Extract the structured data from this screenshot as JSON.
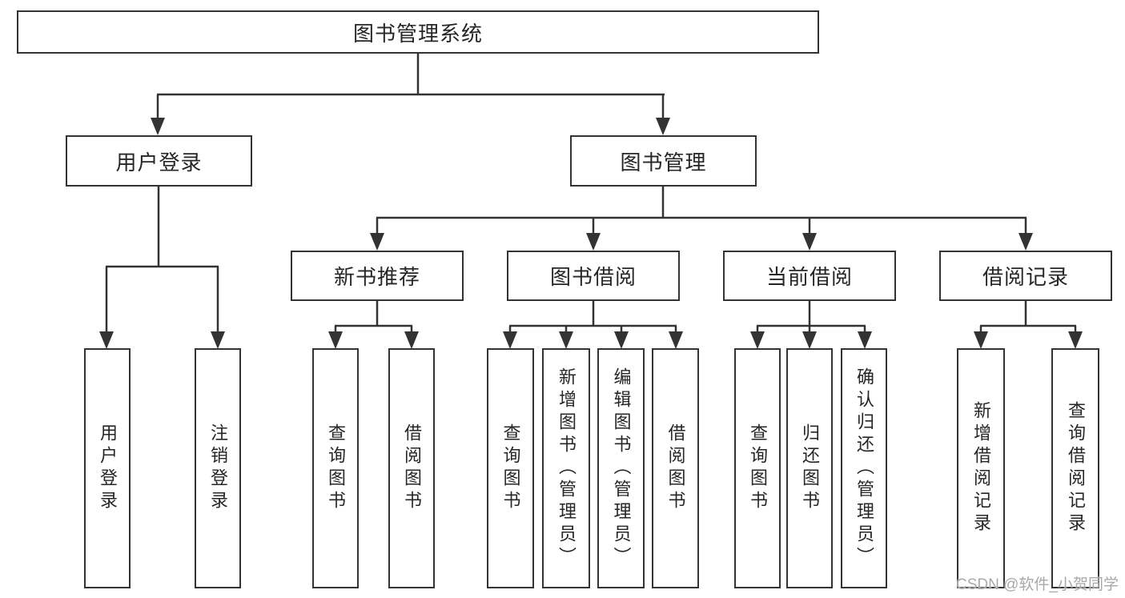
{
  "colors": {
    "line": "#333333",
    "text": "#262626",
    "box_bg": "#ffffff",
    "watermark": "#a8a8a8"
  },
  "tree": {
    "label": "图书管理系统",
    "children": [
      {
        "label": "用户登录",
        "children": [
          {
            "label": "用户登录"
          },
          {
            "label": "注销登录"
          }
        ]
      },
      {
        "label": "图书管理",
        "children": [
          {
            "label": "新书推荐",
            "children": [
              {
                "label": "查询图书"
              },
              {
                "label": "借阅图书"
              }
            ]
          },
          {
            "label": "图书借阅",
            "children": [
              {
                "label": "查询图书"
              },
              {
                "label": "新增图书（管理员）"
              },
              {
                "label": "编辑图书（管理员）"
              },
              {
                "label": "借阅图书"
              }
            ]
          },
          {
            "label": "当前借阅",
            "children": [
              {
                "label": "查询图书"
              },
              {
                "label": "归还图书"
              },
              {
                "label": "确认归还（管理员）"
              }
            ]
          },
          {
            "label": "借阅记录",
            "children": [
              {
                "label": "新增借阅记录"
              },
              {
                "label": "查询借阅记录"
              }
            ]
          }
        ]
      }
    ]
  },
  "watermark": {
    "text": "CSDN @软件_小贺同学"
  }
}
